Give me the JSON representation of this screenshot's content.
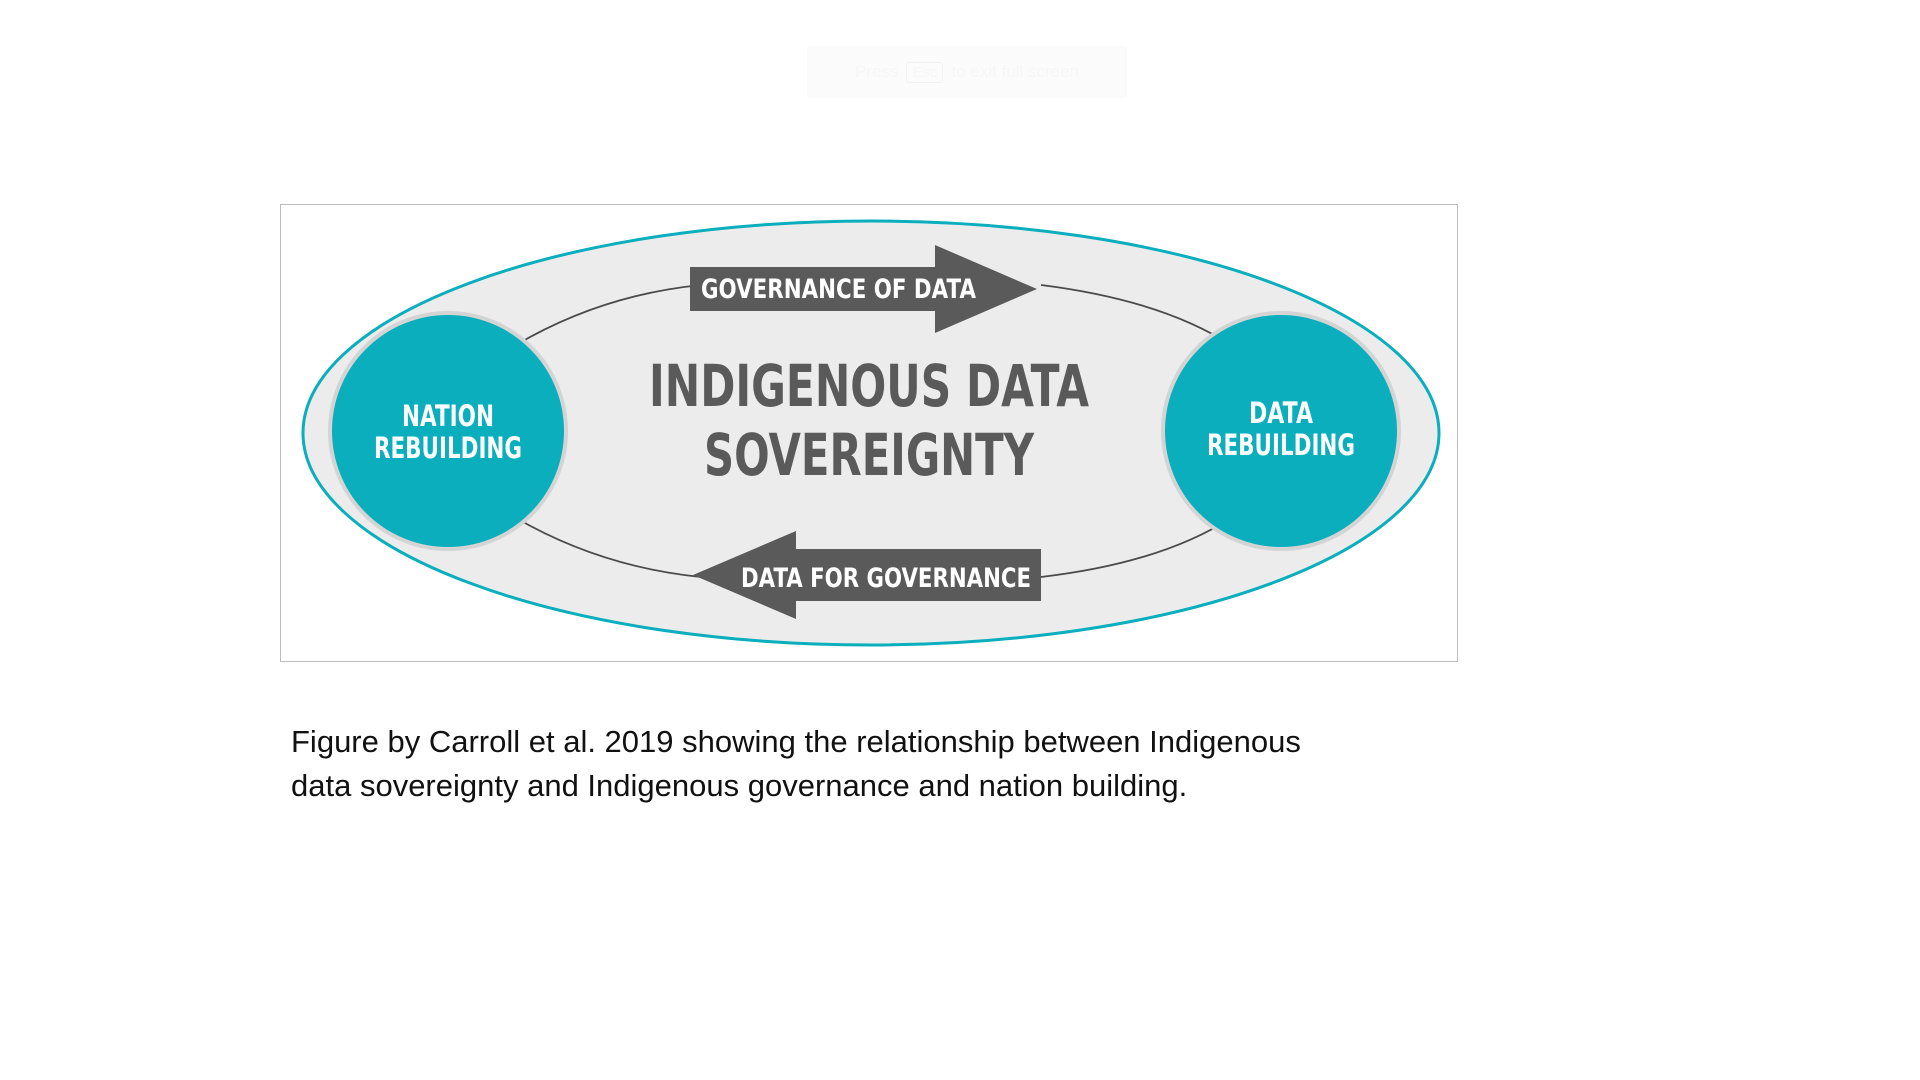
{
  "fullscreen_toast": {
    "prefix": "Press",
    "key": "Esc",
    "suffix": "to exit full screen"
  },
  "diagram": {
    "center_title_line1": "INDIGENOUS DATA",
    "center_title_line2": "SOVEREIGNTY",
    "left_circle_line1": "NATION",
    "left_circle_line2": "REBUILDING",
    "right_circle_line1": "DATA",
    "right_circle_line2": "REBUILDING",
    "top_arrow_label": "GOVERNANCE OF DATA",
    "bottom_arrow_label": "DATA FOR GOVERNANCE",
    "colors": {
      "teal": "#0aaebd",
      "ellipse_fill": "#ececec",
      "arrow_fill": "#5a5a5a",
      "title_text": "#5a5a5a",
      "circle_text": "#ffffff"
    }
  },
  "caption": {
    "line1": "Figure by Carroll et al. 2019 showing the relationship between Indigenous",
    "line2": "data sovereignty and Indigenous governance and nation building."
  }
}
